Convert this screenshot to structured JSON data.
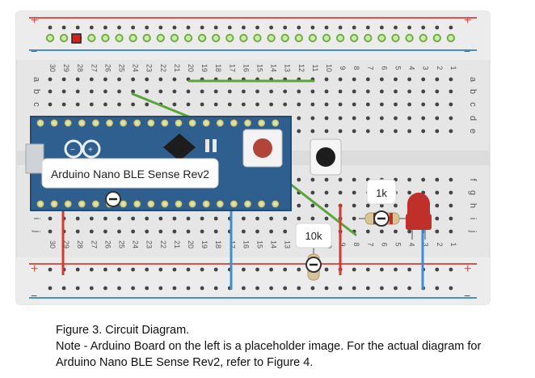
{
  "board": {
    "rail_plus": "+",
    "rail_minus": "−",
    "row_letters_top": [
      "a",
      "b",
      "c",
      "d",
      "e"
    ],
    "row_letters_bottom": [
      "f",
      "g",
      "h",
      "i",
      "j"
    ],
    "column_numbers": [
      "30",
      "29",
      "28",
      "27",
      "26",
      "25",
      "24",
      "23",
      "22",
      "21",
      "20",
      "19",
      "18",
      "17",
      "16",
      "15",
      "14",
      "13",
      "12",
      "11",
      "10",
      "9",
      "8",
      "7",
      "6",
      "5",
      "4",
      "3",
      "2",
      "1"
    ]
  },
  "components": {
    "arduino_label": "Arduino Nano BLE Sense Rev2",
    "resistor_1k_label": "1k",
    "resistor_10k_label": "10k"
  },
  "caption": {
    "title": "Figure 3. Circuit Diagram.",
    "note_line1": "Note - Arduino Board on the left is a placeholder image. For the actual diagram for",
    "note_line2": "Arduino Nano BLE Sense Rev2, refer to Figure 4."
  },
  "colors": {
    "board_bg": "#e6e6e6",
    "rail_red": "#d9534f",
    "rail_blue": "#4a90c8",
    "pcb_blue": "#2f5f8f",
    "wire_green": "#5aa63a",
    "wire_red": "#d43a2f",
    "wire_blue": "#3f8fd0",
    "led_red": "#c0302a"
  }
}
